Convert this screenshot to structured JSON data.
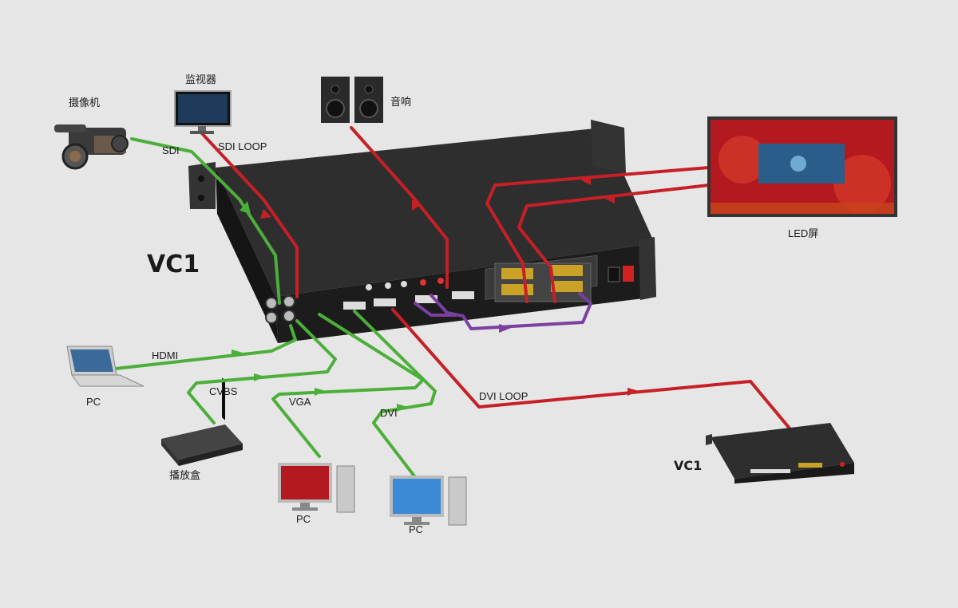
{
  "devices": {
    "main_unit": "VC1",
    "secondary_unit": "VC1",
    "camera": "摄像机",
    "monitor": "监视器",
    "speaker": "音响",
    "led_screen": "LED屏",
    "laptop": "PC",
    "player_box": "播放盒",
    "pc_vga": "PC",
    "pc_dvi": "PC"
  },
  "cables": {
    "sdi": "SDI",
    "sdi_loop": "SDI LOOP",
    "hdmi": "HDMI",
    "cvbs": "CVBS",
    "vga": "VGA",
    "dvi": "DVI",
    "dvi_loop": "DVI LOOP"
  },
  "colors": {
    "background": "#e6e6e6",
    "input_cable": "#4caf3a",
    "output_cable": "#c62026",
    "internal_cable": "#7a3fa0",
    "chassis": "#2b2b2b"
  }
}
